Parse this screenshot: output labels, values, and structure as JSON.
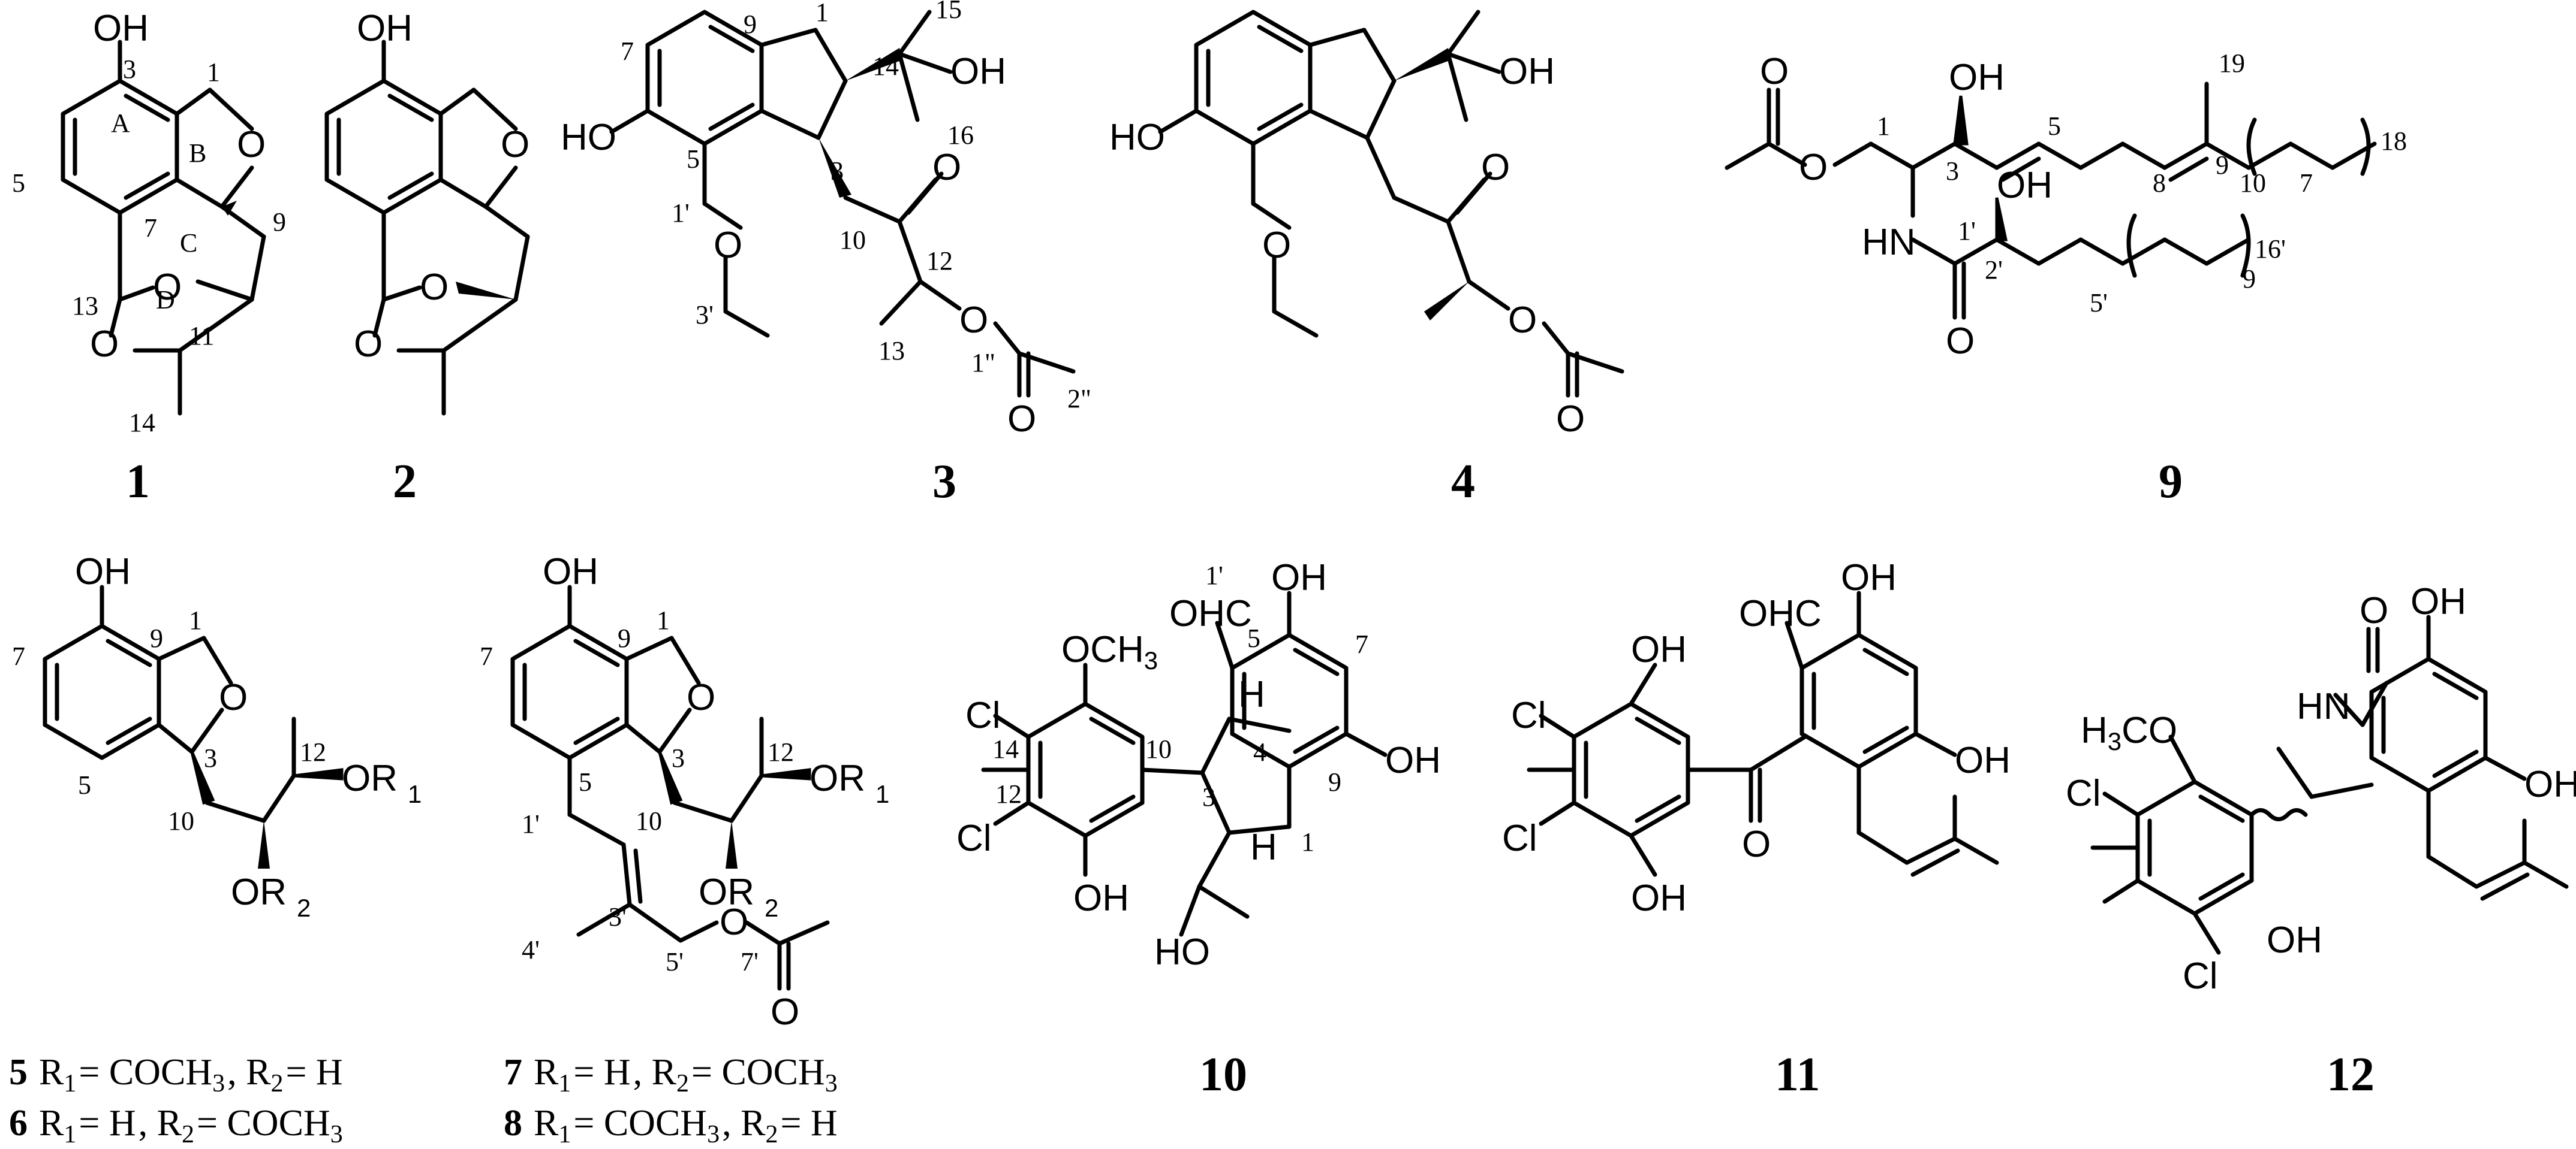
{
  "compounds": [
    {
      "id": "1"
    },
    {
      "id": "2"
    },
    {
      "id": "3"
    },
    {
      "id": "4"
    },
    {
      "id": "5"
    },
    {
      "id": "6"
    },
    {
      "id": "7"
    },
    {
      "id": "8"
    },
    {
      "id": "9"
    },
    {
      "id": "10"
    },
    {
      "id": "11"
    },
    {
      "id": "12"
    }
  ],
  "atoms": {
    "oh": "OH",
    "ho": "HO",
    "o": "O",
    "h": "H",
    "hn": "HN",
    "cl": "Cl",
    "ohc": "OHC",
    "och3": "OCH",
    "h3co_pre": "H",
    "h3co_post": "CO",
    "sub3": "3"
  },
  "ring_labels": {
    "a": "A",
    "b": "B",
    "c": "C",
    "d": "D"
  },
  "numbering": {
    "c1": {
      "n1": "1",
      "n3": "3",
      "n5": "5",
      "n7": "7",
      "n9": "9",
      "n11": "11",
      "n13": "13",
      "n14": "14"
    },
    "c3": {
      "n1": "1",
      "n9": "9",
      "n7": "7",
      "n14": "14",
      "n15": "15",
      "n16": "16",
      "n5": "5",
      "n3": "3",
      "n10": "10",
      "n1p": "1'",
      "n12": "12",
      "n3p": "3'",
      "n13": "13",
      "n1pp": "1\"",
      "n2pp": "2\""
    },
    "c9": {
      "n1": "1",
      "n3": "3",
      "n5": "5",
      "n8": "8",
      "n9": "9",
      "n19": "19",
      "n10": "10",
      "n7": "7",
      "n18": "18",
      "n1p": "1'",
      "n2p": "2'",
      "n5p": "5'",
      "n9sub": "9",
      "n16p": "16'"
    },
    "c5": {
      "n1": "1",
      "n7": "7",
      "n9": "9",
      "n3": "3",
      "n12": "12",
      "n5": "5",
      "n10": "10"
    },
    "c7": {
      "n1": "1",
      "n9": "9",
      "n7": "7",
      "n3": "3",
      "n12": "12",
      "n5": "5",
      "n10": "10",
      "n1p": "1'",
      "n3p": "3'",
      "n4p": "4'",
      "n5p": "5'",
      "n7p": "7'"
    },
    "c10": {
      "n1p": "1'",
      "n5": "5",
      "n7": "7",
      "n14": "14",
      "n10": "10",
      "n4": "4",
      "n9": "9",
      "n3": "3",
      "n12": "12",
      "n1": "1"
    }
  },
  "r_groups": {
    "r1": "OR",
    "r2": "OR",
    "s1": "1",
    "s2": "2"
  },
  "legends": [
    {
      "id": "5",
      "r1": "COCH",
      "r1s": "3",
      "r2": "H"
    },
    {
      "id": "6",
      "r1": "H",
      "r2": "COCH",
      "r2s": "3"
    },
    {
      "id": "7",
      "r1": "H",
      "r2": "COCH",
      "r2s": "3"
    },
    {
      "id": "8",
      "r1": "COCH",
      "r1s": "3",
      "r2": "H"
    }
  ],
  "legend_text": {
    "R": "R",
    "eq": " = ",
    "comma": ", "
  }
}
